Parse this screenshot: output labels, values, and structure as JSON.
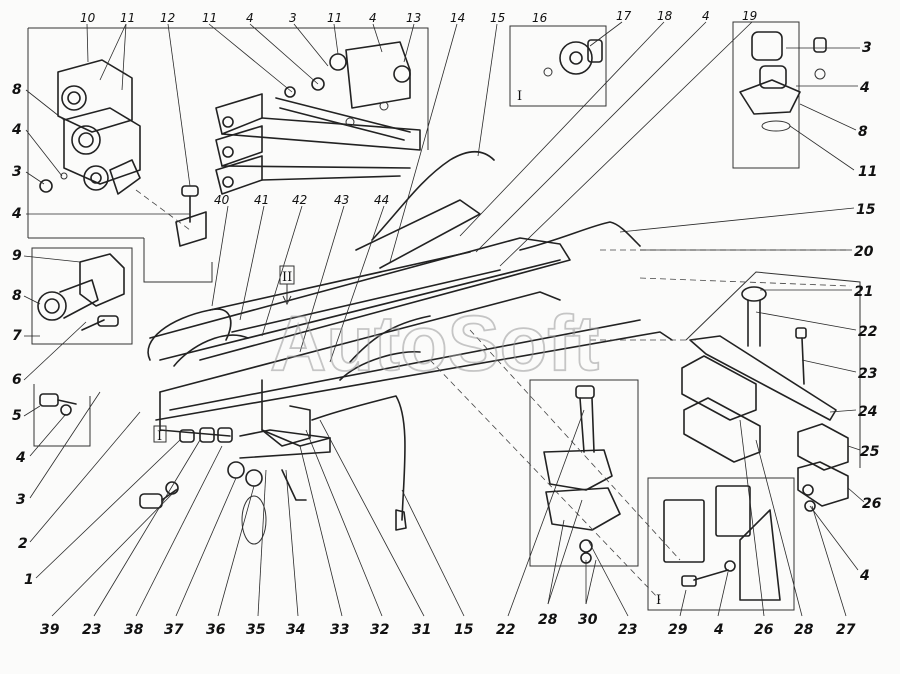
{
  "watermark": "AutoSoft",
  "callouts": {
    "top": [
      "10",
      "11",
      "12",
      "11",
      "4",
      "3",
      "11",
      "4",
      "13",
      "14",
      "15",
      "16",
      "17",
      "18",
      "4",
      "19"
    ],
    "left": [
      "8",
      "4",
      "3",
      "4",
      "9",
      "8",
      "7",
      "6",
      "5",
      "4",
      "3",
      "2",
      "1"
    ],
    "right": [
      "3",
      "4",
      "8",
      "11",
      "15",
      "20",
      "21",
      "22",
      "23",
      "24",
      "25",
      "26",
      "4"
    ],
    "bottom": [
      "39",
      "23",
      "38",
      "37",
      "36",
      "35",
      "34",
      "33",
      "32",
      "31",
      "15",
      "22",
      "28",
      "30",
      "23",
      "29",
      "4",
      "26",
      "28",
      "27"
    ],
    "center": [
      "40",
      "41",
      "42",
      "43",
      "44"
    ]
  },
  "views": {
    "view_1_inset_top": "I",
    "view_2_marker": "II",
    "view_1_marker": "I",
    "view_1_inset_bottom": "I"
  }
}
